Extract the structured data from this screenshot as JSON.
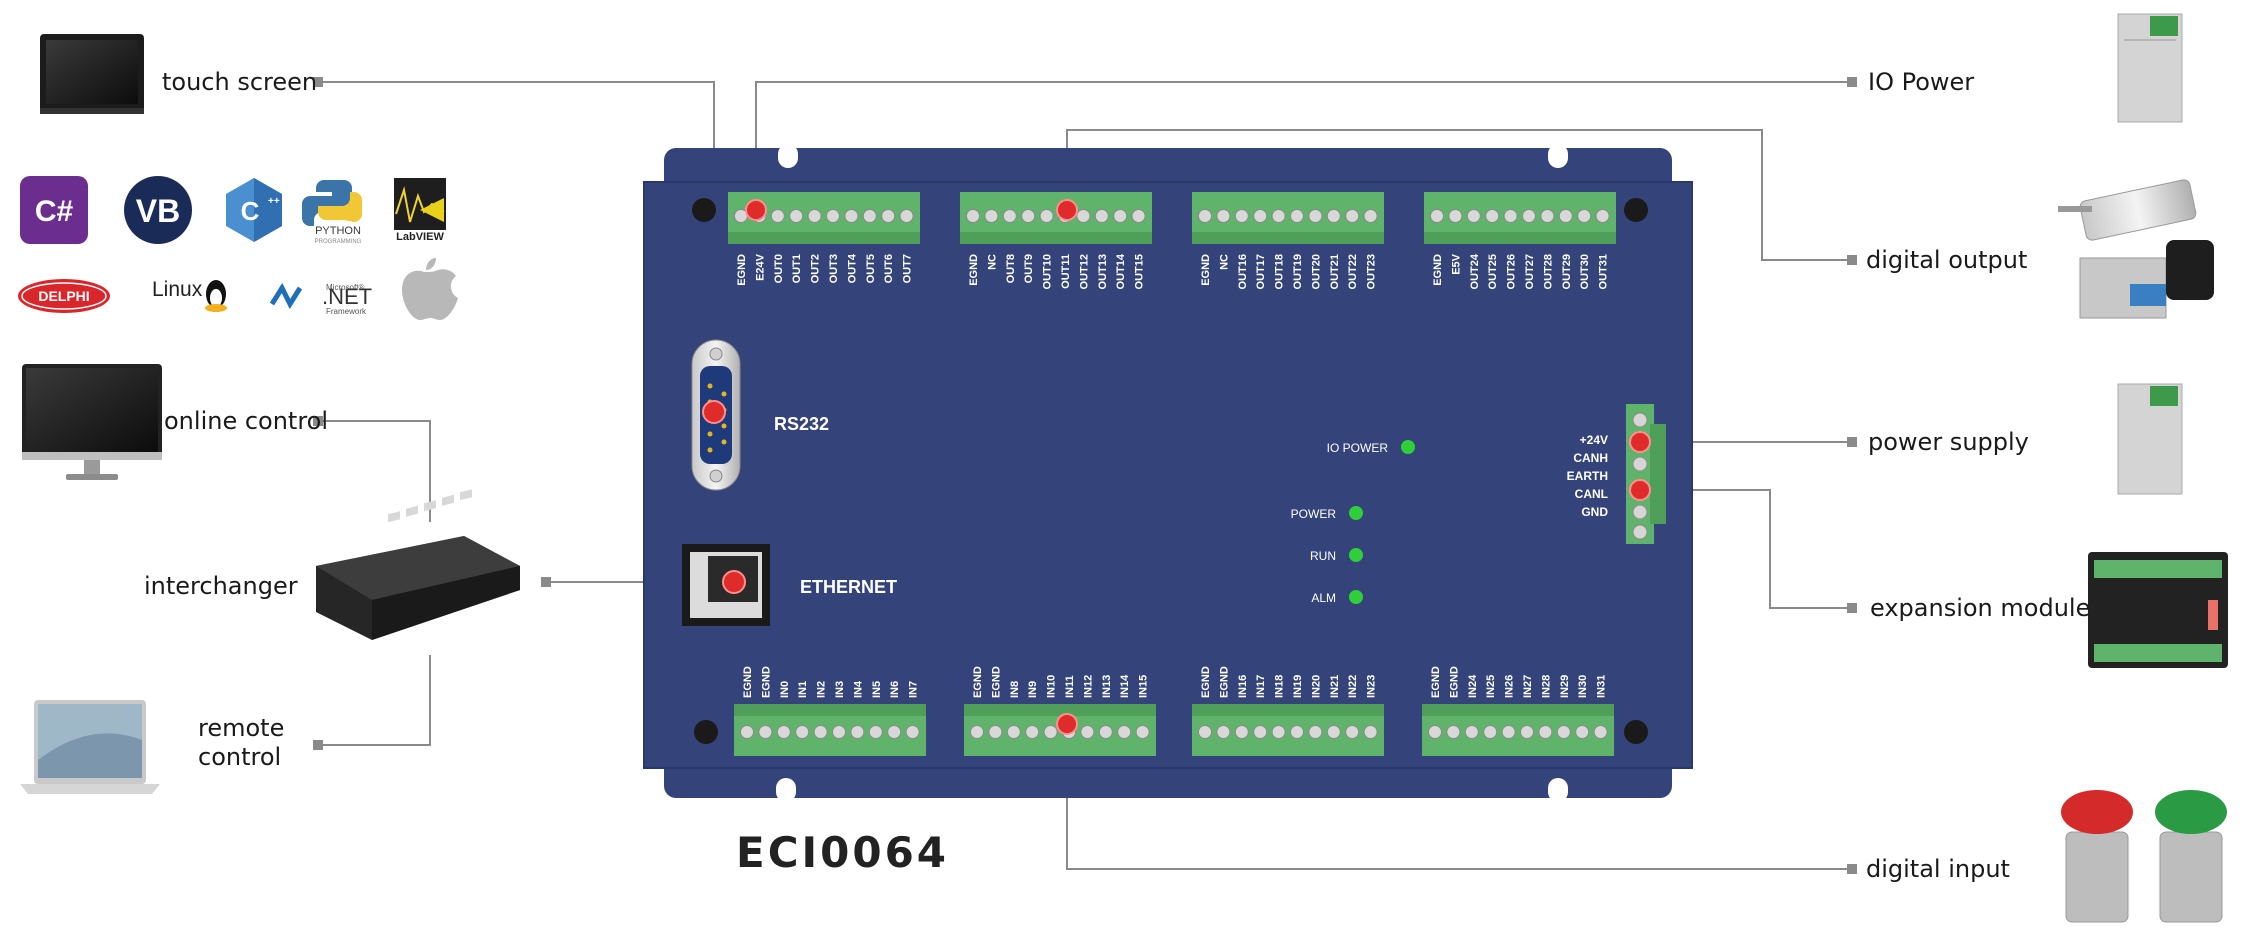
{
  "model": "ECI0064",
  "connections": {
    "touch_screen": "touch screen",
    "online_control": "online control",
    "interchanger": "interchanger",
    "remote_control": [
      "remote",
      "control"
    ],
    "io_power": "IO Power",
    "digital_output": "digital output",
    "power_supply": "power supply",
    "expansion_module": "expansion module",
    "digital_input": "digital input"
  },
  "languages": {
    "csharp": "C#",
    "vb": "VB",
    "python": "PYTHON",
    "python_sub": "PROGRAMMING",
    "labview": "LabVIEW",
    "delphi": "DELPHI",
    "linux": "Linux",
    "dotnet": ".NET",
    "dotnet_small": "Microsoft®",
    "dotnet_sub": "Framework"
  },
  "board": {
    "rs232": "RS232",
    "ethernet": "ETHERNET",
    "io_power_led": "IO POWER",
    "power_led": "POWER",
    "run_led": "RUN",
    "alm_led": "ALM",
    "top_blocks": [
      [
        "EGND",
        "E24V",
        "OUT0",
        "OUT1",
        "OUT2",
        "OUT3",
        "OUT4",
        "OUT5",
        "OUT6",
        "OUT7"
      ],
      [
        "EGND",
        "NC",
        "OUT8",
        "OUT9",
        "OUT10",
        "OUT11",
        "OUT12",
        "OUT13",
        "OUT14",
        "OUT15"
      ],
      [
        "EGND",
        "NC",
        "OUT16",
        "OUT17",
        "OUT18",
        "OUT19",
        "OUT20",
        "OUT21",
        "OUT22",
        "OUT23"
      ],
      [
        "EGND",
        "E5V",
        "OUT24",
        "OUT25",
        "OUT26",
        "OUT27",
        "OUT28",
        "OUT29",
        "OUT30",
        "OUT31"
      ]
    ],
    "bottom_blocks": [
      [
        "EGND",
        "EGND",
        "IN0",
        "IN1",
        "IN2",
        "IN3",
        "IN4",
        "IN5",
        "IN6",
        "IN7"
      ],
      [
        "EGND",
        "EGND",
        "IN8",
        "IN9",
        "IN10",
        "IN11",
        "IN12",
        "IN13",
        "IN14",
        "IN15"
      ],
      [
        "EGND",
        "EGND",
        "IN16",
        "IN17",
        "IN18",
        "IN19",
        "IN20",
        "IN21",
        "IN22",
        "IN23"
      ],
      [
        "EGND",
        "EGND",
        "IN24",
        "IN25",
        "IN26",
        "IN27",
        "IN28",
        "IN29",
        "IN30",
        "IN31"
      ]
    ],
    "power_pins": [
      "+24V",
      "CANH",
      "EARTH",
      "CANL",
      "GND"
    ]
  },
  "colors": {
    "board": "#34447a",
    "terminal": "#5fb36b",
    "marker": "#e02b2b",
    "led": "#2fcf3a",
    "line": "#8a8a8a"
  }
}
